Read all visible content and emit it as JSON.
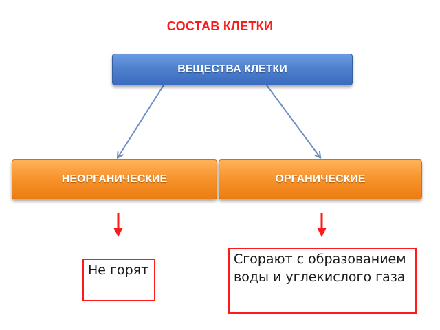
{
  "title": "СОСТАВ КЛЕТКИ",
  "root": {
    "label": "ВЕЩЕСТВА КЛЕТКИ"
  },
  "branches": [
    {
      "label": "НЕОРГАНИЧЕСКИЕ",
      "note": "Не горят"
    },
    {
      "label": "ОРГАНИЧЕСКИЕ",
      "note": "Сгорают с образованием воды и углекислого газа"
    }
  ],
  "colors": {
    "title": "#ff1a1a",
    "root_fill": "#4f81cf",
    "branch_fill": "#f7922b",
    "connector": "#6b8fc4",
    "down_arrow": "#ff1a1a",
    "note_border": "#ff1a1a"
  }
}
